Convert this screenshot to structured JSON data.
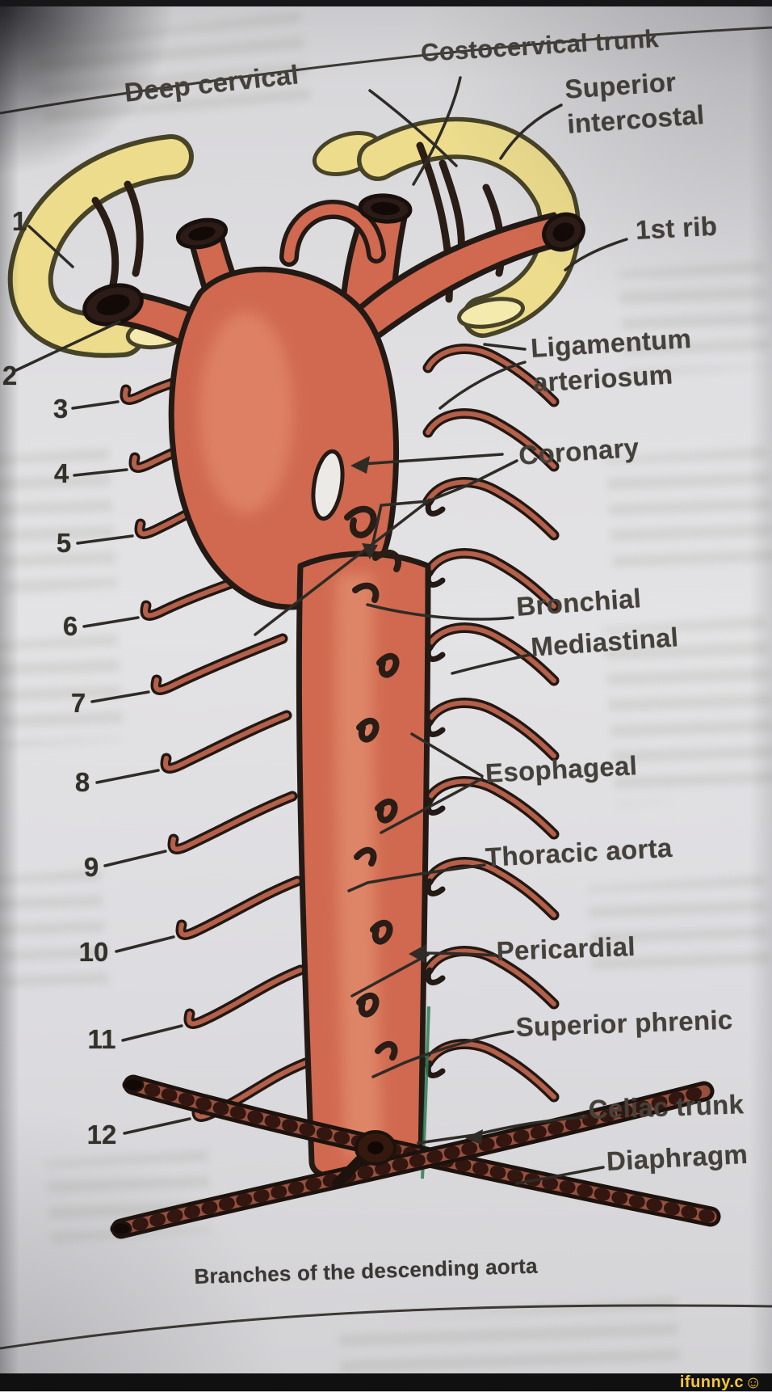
{
  "figure": {
    "caption": "Branches of the descending aorta",
    "labels": {
      "costocervical_trunk": "Costocervical trunk",
      "deep_cervical": "Deep cervical",
      "superior_intercostal": "Superior intercostal",
      "first_rib": "1st rib",
      "ligamentum_arteriosum": "Ligamentum arteriosum",
      "coronary": "Coronary",
      "bronchial": "Bronchial",
      "mediastinal": "Mediastinal",
      "esophageal": "Esophageal",
      "thoracic_aorta": "Thoracic aorta",
      "pericardial": "Pericardial",
      "superior_phrenic": "Superior phrenic",
      "celiac_trunk": "Celiac trunk",
      "diaphragm": "Diaphragm"
    },
    "rib_numbers": [
      "1",
      "2",
      "3",
      "4",
      "5",
      "6",
      "7",
      "8",
      "9",
      "10",
      "11",
      "12"
    ],
    "colors": {
      "aorta_fill": "#d0694f",
      "aorta_highlight": "#e8977b",
      "vessel_fill": "#b4604a",
      "outline_dark": "#241a15",
      "rib_yellow": "#ecdc8c",
      "diaphragm_red": "#96503f",
      "label_text": "#44403a",
      "paper": "#d9d8da",
      "watermark_yellow": "#f6c73a",
      "watermark_bar": "#101010"
    }
  },
  "watermark": {
    "prefix": "ifunny.c",
    "smiley": "☺"
  }
}
